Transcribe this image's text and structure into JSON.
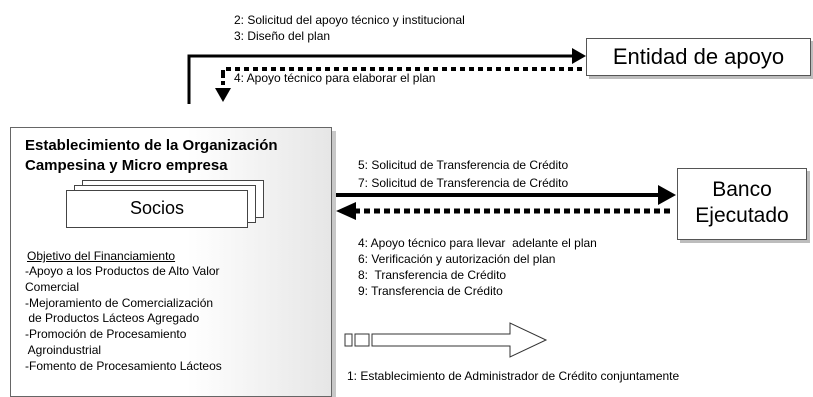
{
  "top_labels": {
    "step2": "2: Solicitud del apoyo  técnico y institucional",
    "step3": "3: Diseño del plan",
    "step4": "4: Apoyo técnico para elaborar el plan"
  },
  "entidad": {
    "label": "Entidad de apoyo"
  },
  "organizacion": {
    "title_line1": "Establecimiento de la Organización",
    "title_line2": "Campesina y Micro empresa",
    "socios_label": "Socios",
    "objetivo_title": "Objetivo del Financiamiento",
    "objetivo_items": [
      "-Apoyo a los Productos de  Alto Valor",
      "Comercial",
      "-Mejoramiento de Comercialización",
      " de Productos Lácteos Agregado",
      "-Promoción de Procesamiento",
      " Agroindustrial",
      "-Fomento de Procesamiento Lácteos"
    ]
  },
  "banco": {
    "line1": "Banco",
    "line2": "Ejecutado"
  },
  "right_labels": {
    "step5": "5: Solicitud de Transferencia de Crédito",
    "step7": "7: Solicitud de Transferencia de Crédito",
    "step4b": "4: Apoyo técnico para llevar  adelante el plan",
    "step6": "6: Verificación y autorización del plan",
    "step8": "8:  Transferencia de Crédito",
    "step9": "9: Transferencia de Crédito"
  },
  "legend": {
    "step1": "1: Establecimiento de Administrador de Crédito conjuntamente"
  },
  "colors": {
    "line": "#000000",
    "box_border": "#555555",
    "shadow": "#bdbdbd"
  }
}
